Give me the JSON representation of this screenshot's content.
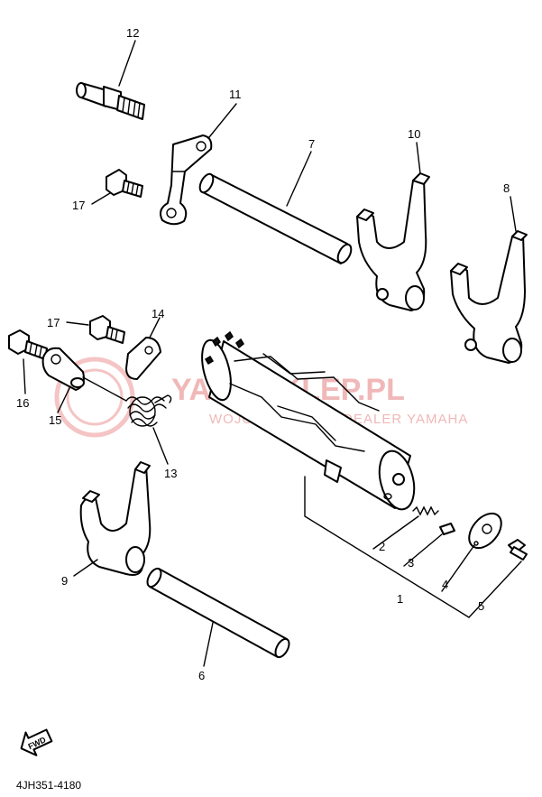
{
  "diagram_code": "4JH351-4180",
  "fwd_label": "FWD",
  "watermark": {
    "main": "YAMASKLEP.PL",
    "sub": "WOJCIECHOWSKI DEALER YAMAHA"
  },
  "callouts": {
    "c1": "1",
    "c2": "2",
    "c3": "3",
    "c4": "4",
    "c5": "5",
    "c6": "6",
    "c7": "7",
    "c8": "8",
    "c9": "9",
    "c10": "10",
    "c11": "11",
    "c12": "12",
    "c13": "13",
    "c14": "14",
    "c15": "15",
    "c16": "16",
    "c17a": "17",
    "c17b": "17"
  },
  "colors": {
    "line": "#000000",
    "watermark": "#f0b8b8",
    "background": "#ffffff"
  }
}
